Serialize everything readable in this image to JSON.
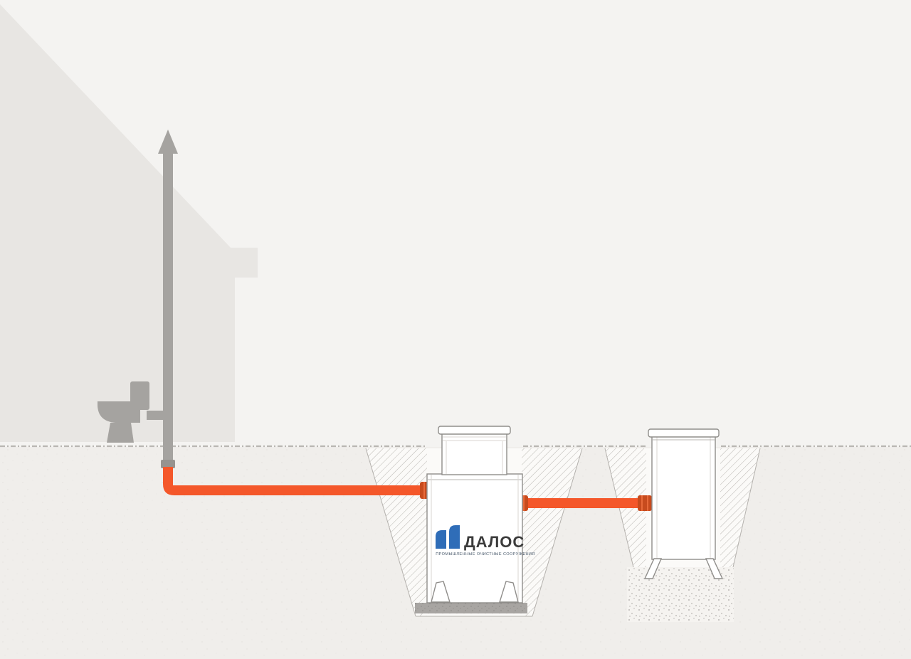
{
  "page": {
    "background_color": "#f4f3f1",
    "ground_color": "#f0eeeb"
  },
  "house": {
    "silhouette_color": "#e8e6e3"
  },
  "fixtures": {
    "vent_pipe_color": "#a5a3a0",
    "toilet_color": "#a5a3a0",
    "socket_color": "#96938f"
  },
  "pipes": {
    "sewer_color": "#f4572a",
    "coupling_color": "#c74b1e",
    "coupling_ridge_color": "#e86a3a"
  },
  "tank": {
    "brand": "ДАЛОС",
    "tagline": "ПРОМЫШЛЕННЫЕ ОЧИСТНЫЕ СООРУЖЕНИЯ",
    "logo_color": "#2f6db8",
    "brand_text_color": "#3b3b3b",
    "shell_color": "#ffffff"
  },
  "well": {
    "shell_color": "#ffffff"
  },
  "ground": {
    "surface_line_color": "#b9b6b2",
    "hatch_color": "#bdbab6",
    "gravel_pad_color": "#a8a5a2",
    "pit_fill_color": "#fbfaf8",
    "stipple_base_color": "#f5f3f0"
  },
  "icons": {
    "vent_arrow": "up-arrow",
    "toilet": "toilet-silhouette"
  }
}
